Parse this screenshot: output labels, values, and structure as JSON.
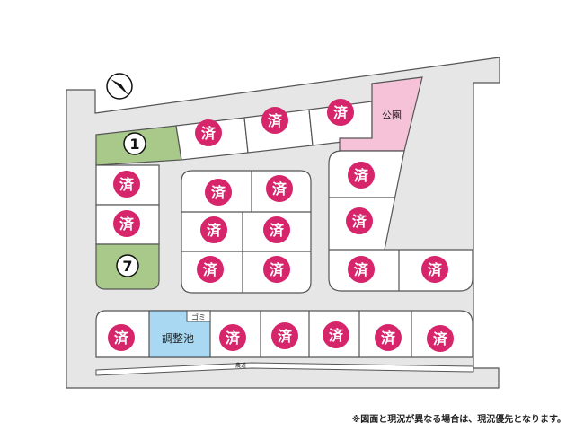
{
  "map": {
    "sold_mark": "済",
    "available_lots": [
      "1",
      "7"
    ],
    "labels": {
      "park": "公園",
      "retention_pond": "調整池",
      "garbage": "ゴミ",
      "road": "農道"
    },
    "compass": "north-arrow-icon",
    "note": "※図面と現況が異なる場合は、現況優先となります。",
    "colors": {
      "sold_badge": "#d6256b",
      "available_lot": "#a9c98a",
      "park": "#f6c2d8",
      "pond": "#a9d8f2",
      "road": "#e6e6e6",
      "lot_border": "#555555"
    }
  }
}
